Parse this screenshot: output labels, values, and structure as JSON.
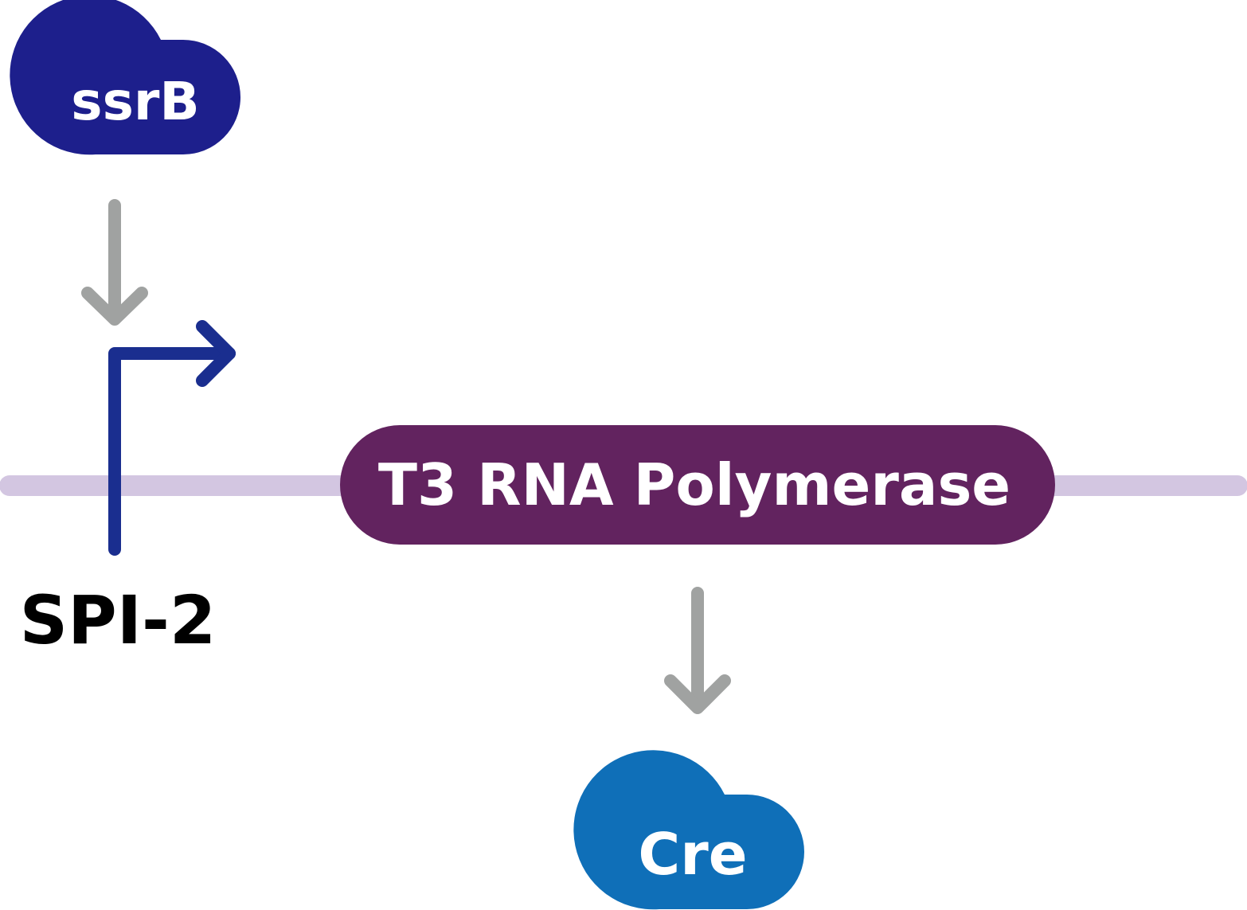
{
  "nodes": {
    "ssrb": {
      "label": "ssrB",
      "color": "#1d1f8c",
      "text_color": "#ffffff"
    },
    "t3_polymerase": {
      "label": "T3 RNA Polymerase",
      "color": "#62235f",
      "text_color": "#ffffff"
    },
    "cre": {
      "label": "Cre",
      "color": "#0f6fb8",
      "text_color": "#ffffff"
    }
  },
  "promoter": {
    "label": "SPI-2",
    "color": "#1a2e8f",
    "label_color": "#000000"
  },
  "dna_strand": {
    "color": "#d3c6e1"
  },
  "arrows": {
    "color": "#a0a2a1"
  }
}
